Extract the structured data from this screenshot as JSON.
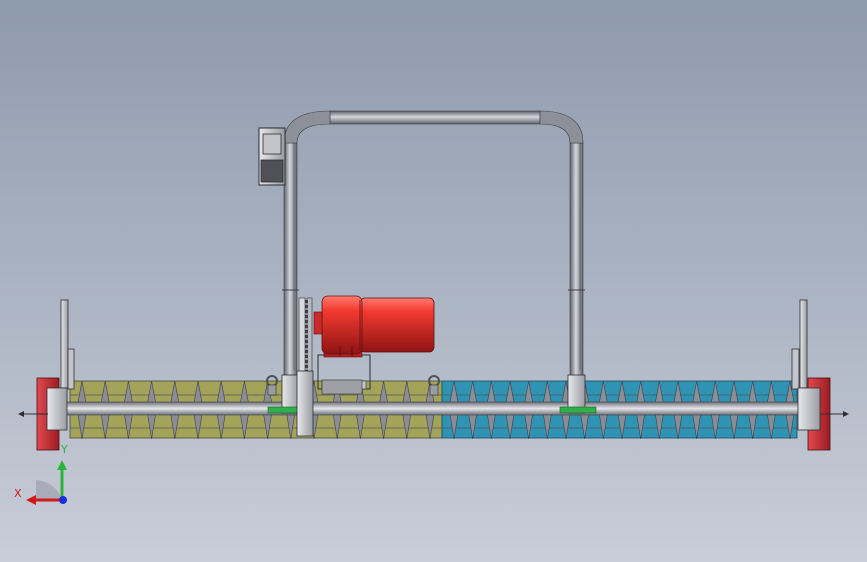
{
  "triad": {
    "x_label": "X",
    "y_label": "Y",
    "colors": {
      "x": "#d21a1a",
      "y": "#2db43c",
      "z": "#1a2ee0"
    }
  },
  "colors": {
    "background_top": "#8e9aad",
    "background_bottom": "#c9ced8",
    "motor": "#e02828",
    "tube": "#8d9099",
    "trough_left": "#a3a35a",
    "trough_right": "#2f94b4",
    "end_plate": "#c9232f",
    "blade": "#8a8d96"
  },
  "auger": {
    "blade_count_left": 16,
    "blade_count_right": 19
  }
}
